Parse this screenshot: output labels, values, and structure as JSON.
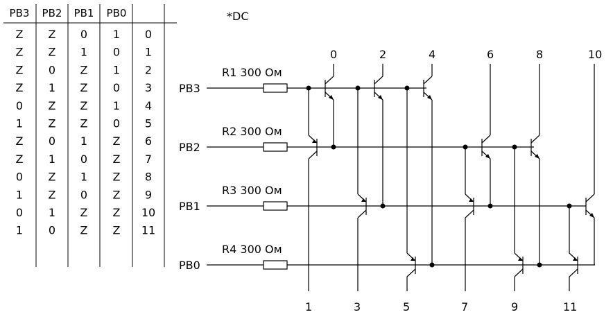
{
  "table": {
    "headers": [
      "PB3",
      "PB2",
      "PB1",
      "PB0",
      ""
    ],
    "rows": [
      [
        "Z",
        "Z",
        "0",
        "1",
        "0"
      ],
      [
        "Z",
        "Z",
        "1",
        "0",
        "1"
      ],
      [
        "Z",
        "0",
        "Z",
        "1",
        "2"
      ],
      [
        "Z",
        "1",
        "Z",
        "0",
        "3"
      ],
      [
        "0",
        "Z",
        "Z",
        "1",
        "4"
      ],
      [
        "1",
        "Z",
        "Z",
        "0",
        "5"
      ],
      [
        "Z",
        "0",
        "1",
        "Z",
        "6"
      ],
      [
        "Z",
        "1",
        "0",
        "Z",
        "7"
      ],
      [
        "0",
        "Z",
        "1",
        "Z",
        "8"
      ],
      [
        "1",
        "Z",
        "0",
        "Z",
        "9"
      ],
      [
        "0",
        "1",
        "Z",
        "Z",
        "10"
      ],
      [
        "1",
        "0",
        "Z",
        "Z",
        "11"
      ]
    ]
  },
  "schematic": {
    "title": "*DC",
    "lines": [
      {
        "port": "PB3",
        "resistor": "R1 300 Ом"
      },
      {
        "port": "PB2",
        "resistor": "R2 300 Ом"
      },
      {
        "port": "PB1",
        "resistor": "R3 300 Ом"
      },
      {
        "port": "PB0",
        "resistor": "R4 300 Ом"
      }
    ],
    "top_outputs": [
      "0",
      "2",
      "4",
      "6",
      "8",
      "10"
    ],
    "bottom_outputs": [
      "1",
      "3",
      "5",
      "7",
      "9",
      "11"
    ]
  }
}
